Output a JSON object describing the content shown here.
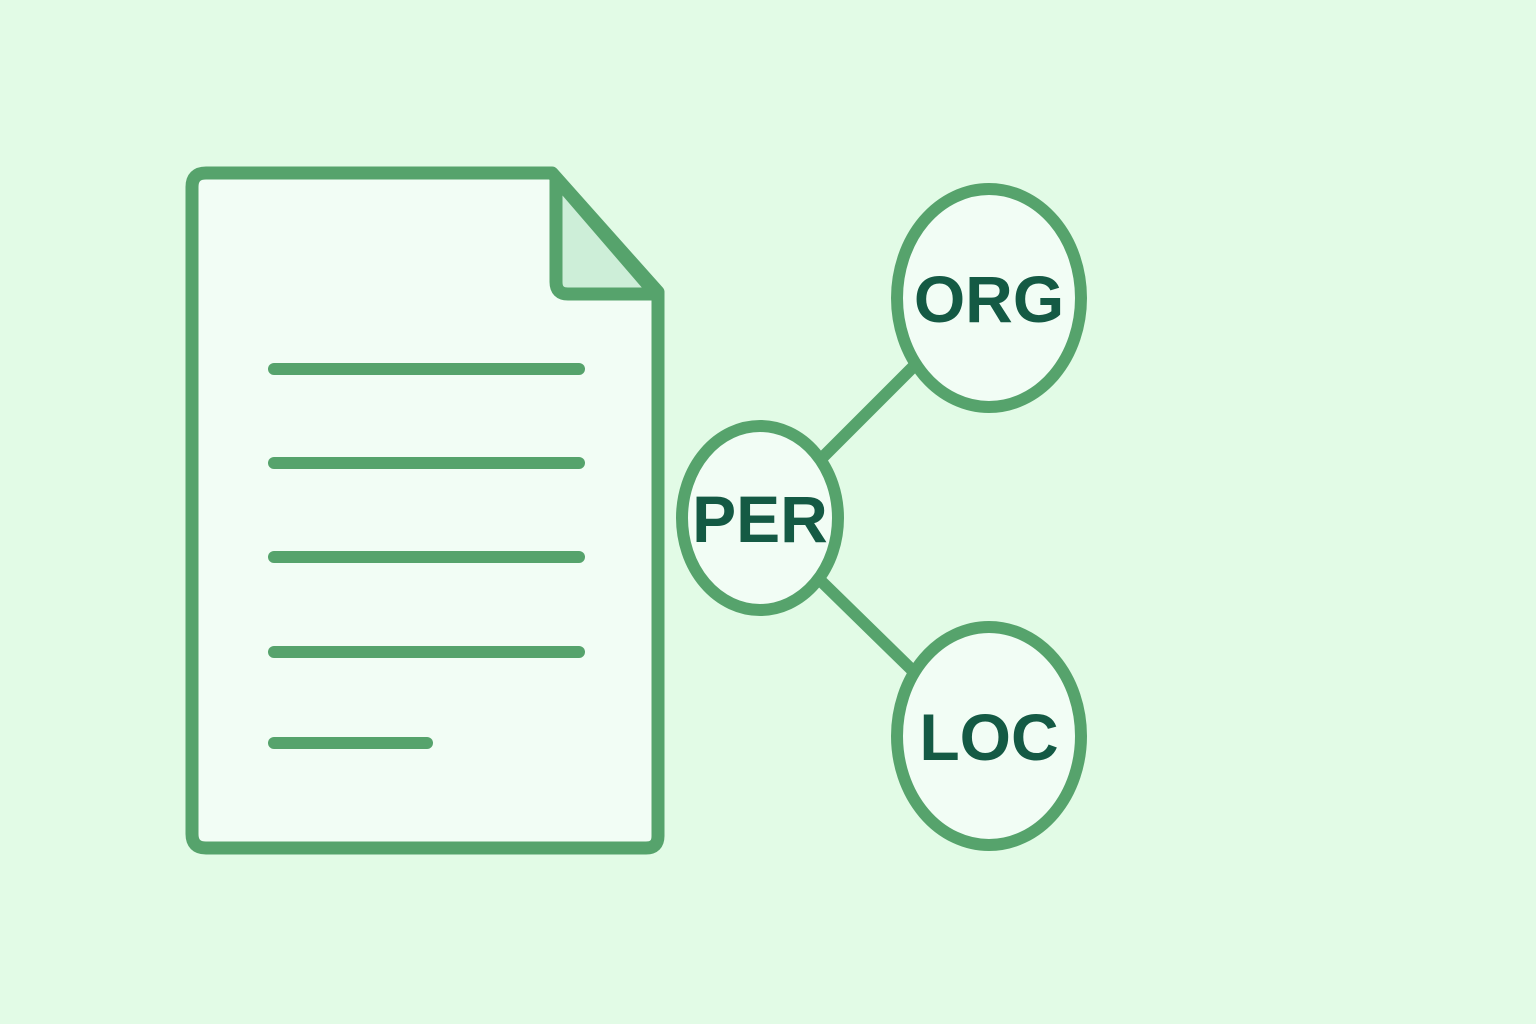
{
  "colors": {
    "background": "#e2fbe6",
    "stroke": "#56a36c",
    "fill": "#f2fdf5",
    "fold": "#cdeed8",
    "text": "#145a44"
  },
  "document": {
    "text_lines": 5
  },
  "entities": {
    "center": {
      "label": "PER"
    },
    "top": {
      "label": "ORG"
    },
    "bottom": {
      "label": "LOC"
    }
  }
}
